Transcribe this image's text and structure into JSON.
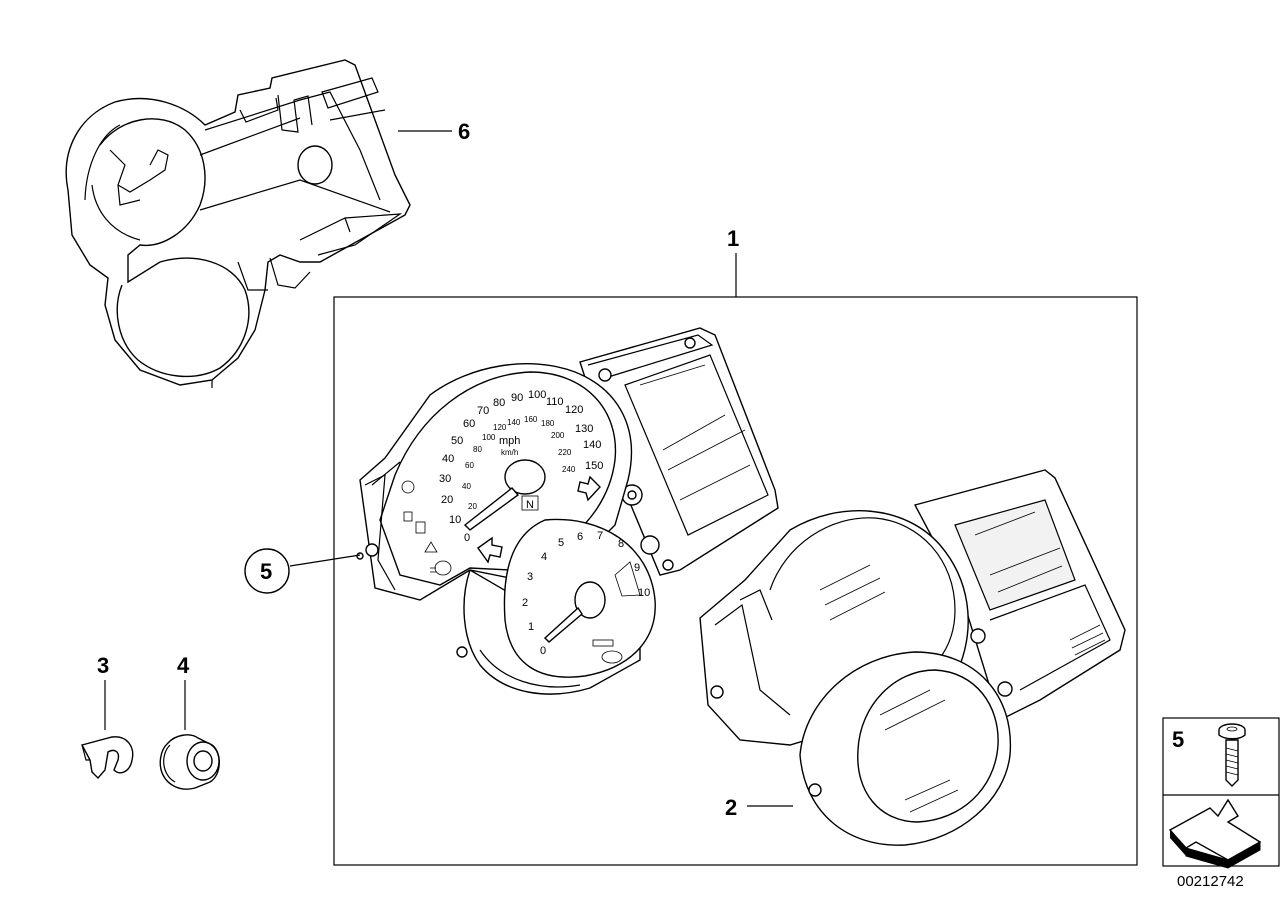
{
  "callouts": {
    "p1": "1",
    "p2": "2",
    "p3": "3",
    "p4": "4",
    "p5": "5",
    "p6": "6",
    "p5_detail": "5"
  },
  "speedometer": {
    "mph_ticks": [
      "0",
      "10",
      "20",
      "30",
      "40",
      "50",
      "60",
      "70",
      "80",
      "90",
      "100",
      "110",
      "120",
      "130",
      "140",
      "150"
    ],
    "kmh_ticks": [
      "20",
      "40",
      "60",
      "80",
      "100",
      "120",
      "140",
      "160",
      "180",
      "200",
      "220",
      "240"
    ],
    "unit_mph": "mph",
    "unit_kmh": "km/h",
    "gear_indicator": "N"
  },
  "tachometer": {
    "ticks": [
      "0",
      "1",
      "2",
      "3",
      "4",
      "5",
      "6",
      "7",
      "8",
      "9",
      "10"
    ]
  },
  "catalog_number": "00212742"
}
